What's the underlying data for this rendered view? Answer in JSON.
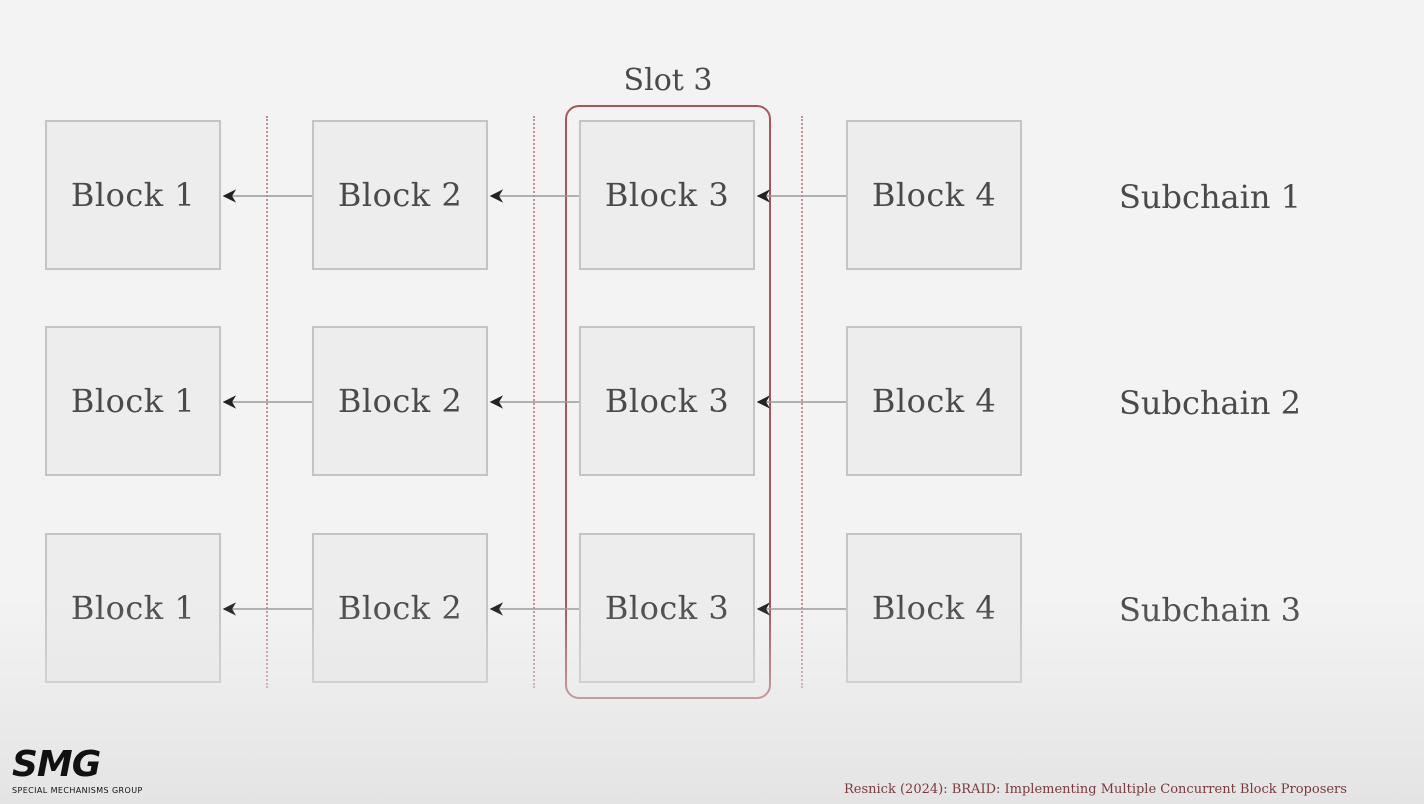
{
  "slot": {
    "title": "Slot 3"
  },
  "subchains": [
    {
      "label": "Subchain 1",
      "blocks": [
        "Block 1",
        "Block 2",
        "Block 3",
        "Block 4"
      ]
    },
    {
      "label": "Subchain 2",
      "blocks": [
        "Block 1",
        "Block 2",
        "Block 3",
        "Block 4"
      ]
    },
    {
      "label": "Subchain 3",
      "blocks": [
        "Block 1",
        "Block 2",
        "Block 3",
        "Block 4"
      ]
    }
  ],
  "logo": {
    "mark": "SMG",
    "subtitle": "SPECIAL MECHANISMS GROUP"
  },
  "citation": "Resnick (2024): BRAID: Implementing Multiple Concurrent Block Proposers",
  "colors": {
    "highlight": "#a8565b",
    "divider": "#c98d8f",
    "block_fill": "#ededed",
    "block_border": "#c4c4c4"
  }
}
